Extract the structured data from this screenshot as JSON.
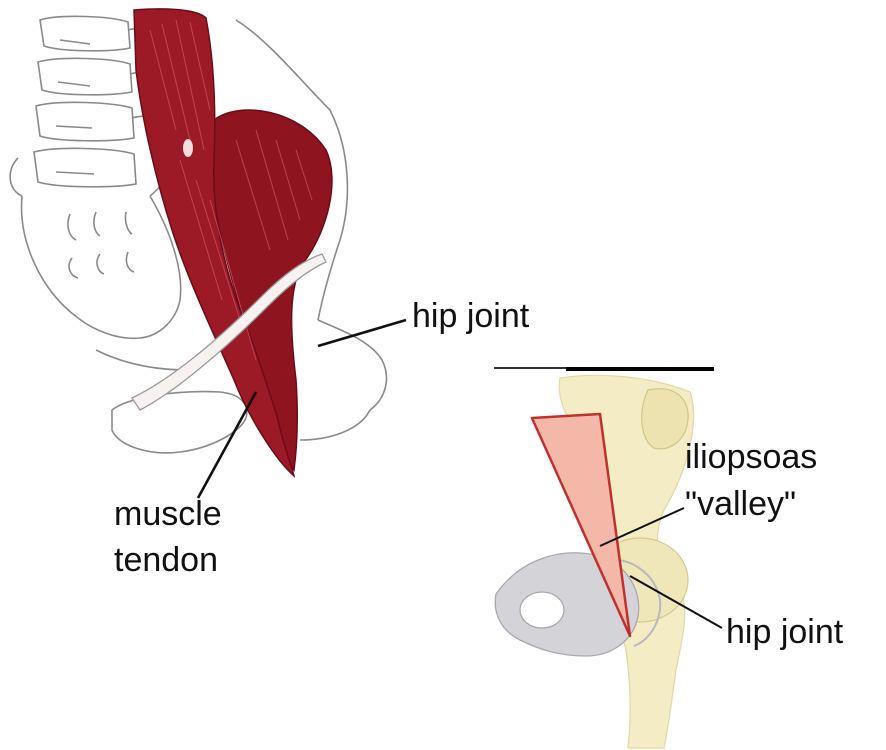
{
  "labels": {
    "hip_joint_top": "hip joint",
    "muscle": "muscle",
    "tendon": "tendon",
    "iliopsoas": "iliopsoas",
    "valley": "\"valley\"",
    "hip_joint_bottom": "hip  joint"
  },
  "colors": {
    "muscle_red": "#8e1420",
    "muscle_dark": "#6a0d18",
    "bone_outline": "#8a8a8a",
    "bone_cream": "#f3ecc4",
    "valley_fill": "#f4b8a8",
    "valley_stroke": "#c0302c",
    "pelvis_gray": "#c8c8cc",
    "leader_line": "#111111"
  }
}
